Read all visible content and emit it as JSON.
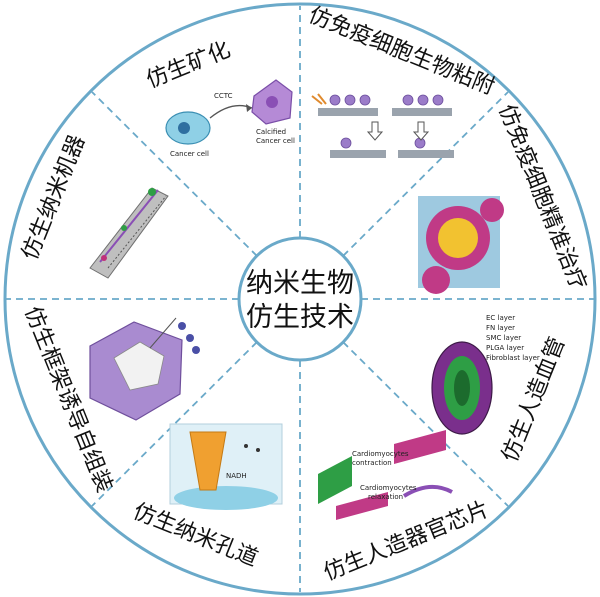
{
  "center": {
    "line1": "纳米生物",
    "line2": "仿生技术"
  },
  "segments": [
    {
      "id": "mineralization",
      "label": "仿生矿化",
      "illustration": "mineralized-cancer-cell",
      "captions": [
        "CCTC",
        "Cancer cell",
        "Calcified",
        "Cancer cell"
      ]
    },
    {
      "id": "immune-adhesion",
      "label": "仿免疫细胞生物粘附",
      "illustration": "cell-adhesion-surfaces"
    },
    {
      "id": "immune-therapy",
      "label": "仿免疫细胞精准治疗",
      "illustration": "coated-nanoparticle"
    },
    {
      "id": "artificial-vessel",
      "label": "仿生人造血管",
      "illustration": "layered-vessel",
      "captions": [
        "EC layer",
        "FN layer",
        "SMC layer",
        "PLGA layer",
        "Fibroblast layer"
      ]
    },
    {
      "id": "organ-chip",
      "label": "仿生人造器官芯片",
      "illustration": "cardiomyocyte-chip",
      "captions": [
        "Cardiomyocytes",
        "contraction",
        "Cardiomyocytes",
        "relaxation"
      ]
    },
    {
      "id": "nanopore",
      "label": "仿生纳米孔道",
      "illustration": "nanopore-cone",
      "captions": [
        "NADH"
      ]
    },
    {
      "id": "framework-assembly",
      "label": "仿生框架诱导自组装",
      "illustration": "framework-cube"
    },
    {
      "id": "nanomachine",
      "label": "仿生纳米机器",
      "illustration": "molecular-nanomachine"
    }
  ],
  "colors": {
    "ring": "#6aa9c9",
    "divider": "#6aa9c9",
    "purple": "#8a4fb5",
    "magenta": "#c0307a",
    "green": "#2e9e45",
    "text": "#111111"
  }
}
